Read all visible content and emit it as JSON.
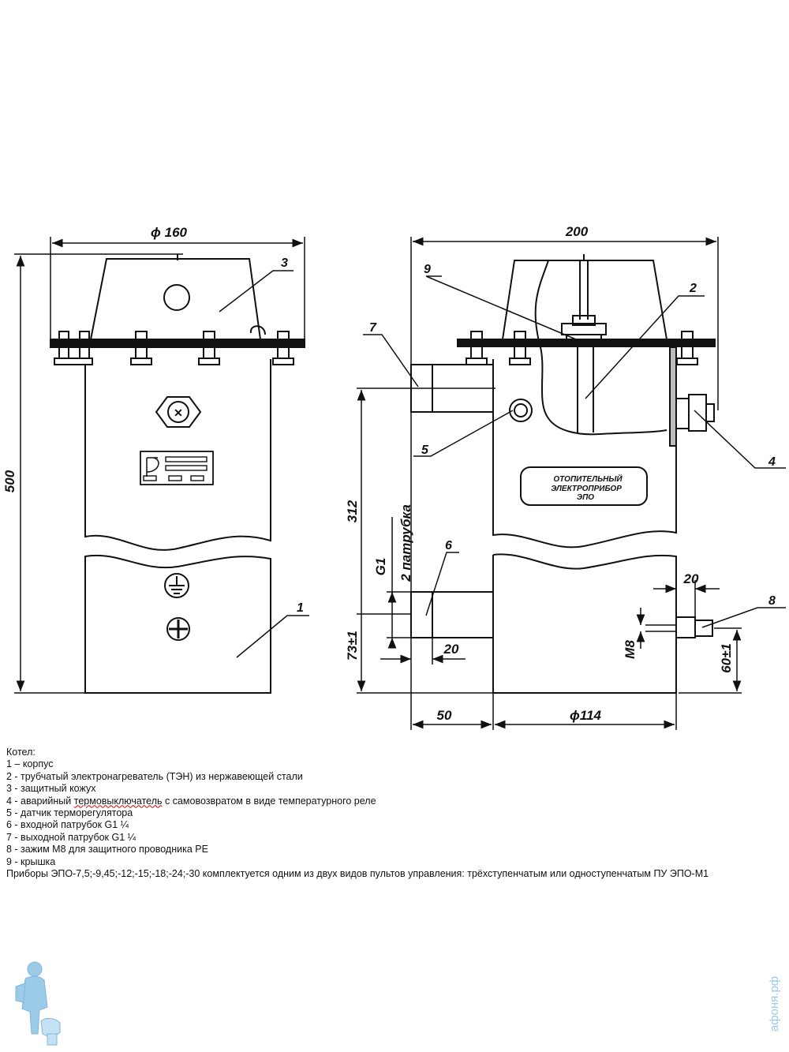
{
  "dimensions": {
    "d160": "ϕ 160",
    "h500": "500",
    "w200": "200",
    "h312": "312",
    "h73": "73±1",
    "w50": "50",
    "d114": "ϕ114",
    "w20a": "20",
    "w20b": "20",
    "m8": "M8",
    "h60": "60±1",
    "g1": "G1",
    "two_pipes": "2 патрубка"
  },
  "callouts": [
    "1",
    "2",
    "3",
    "4",
    "5",
    "6",
    "7",
    "8",
    "9"
  ],
  "plate": {
    "line1": "ОТОПИТЕЛЬНЫЙ",
    "line2": "ЭЛЕКТРОПРИБОР",
    "line3": "ЭПО"
  },
  "legend": {
    "title": "Котел:",
    "items": [
      "1 – корпус",
      "2 - трубчатый электронагреватель (ТЭН) из нержавеющей стали",
      "3 - защитный кожух",
      "4 - аварийный ",
      "термовыключатель",
      " с самовозвратом в виде температурного реле",
      "5 - датчик терморегулятора",
      "6 - входной патрубок G1 ¼",
      "7 - выходной патрубок G1 ¼",
      "8 - зажим М8 для защитного проводника РЕ",
      "9 - крышка"
    ],
    "note": "Приборы ЭПО-7,5;-9,45;-12;-15;-18;-24;-30 комплектуется одним из двух видов пультов управления: трёхступенчатым или одноступенчатым ПУ ЭПО-М1"
  },
  "watermark": "афоня.рф",
  "colors": {
    "line": "#111111",
    "watermark": "#9ccbe8"
  }
}
